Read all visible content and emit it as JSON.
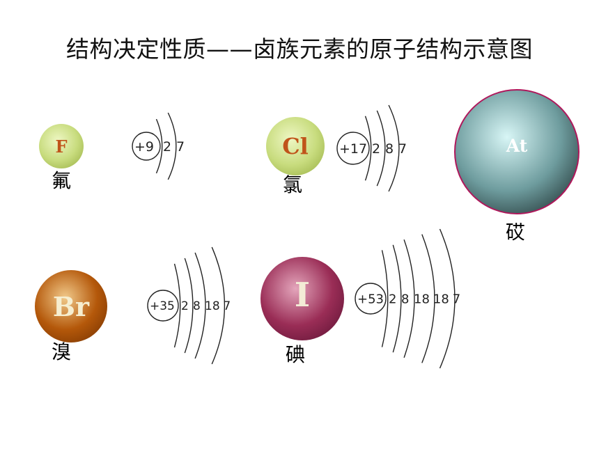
{
  "title": "结构决定性质——卤族元素的原子结构示意图",
  "elements": [
    {
      "symbol": "F",
      "name": "氟",
      "nucleus": "+9",
      "shells": [
        "2",
        "7"
      ],
      "ball_colors": [
        "#eef7c4",
        "#c8dc7e",
        "#94ab3e"
      ],
      "symbol_color": "#c0541a"
    },
    {
      "symbol": "Cl",
      "name": "氯",
      "nucleus": "+17",
      "shells": [
        "2",
        "8",
        "7"
      ],
      "ball_colors": [
        "#eef7c4",
        "#c8dc7e",
        "#94ab3e"
      ],
      "symbol_color": "#c0541a"
    },
    {
      "symbol": "At",
      "name": "砹",
      "nucleus": "",
      "shells": [],
      "ball_colors": [
        "#d8f6f6",
        "#6e9c9e",
        "#101c1c"
      ],
      "symbol_color": "#ffffff",
      "border_color": "#b0175b"
    },
    {
      "symbol": "Br",
      "name": "溴",
      "nucleus": "+35",
      "shells": [
        "2",
        "8",
        "18",
        "7"
      ],
      "ball_colors": [
        "#f1c98a",
        "#b4580a",
        "#6e2e00"
      ],
      "symbol_color": "#f6eed0"
    },
    {
      "symbol": "I",
      "name": "碘",
      "nucleus": "+53",
      "shells": [
        "2",
        "8",
        "18",
        "18",
        "7"
      ],
      "ball_colors": [
        "#e4a6bc",
        "#9a2d56",
        "#561030"
      ],
      "symbol_color": "#f3ecd6"
    }
  ]
}
